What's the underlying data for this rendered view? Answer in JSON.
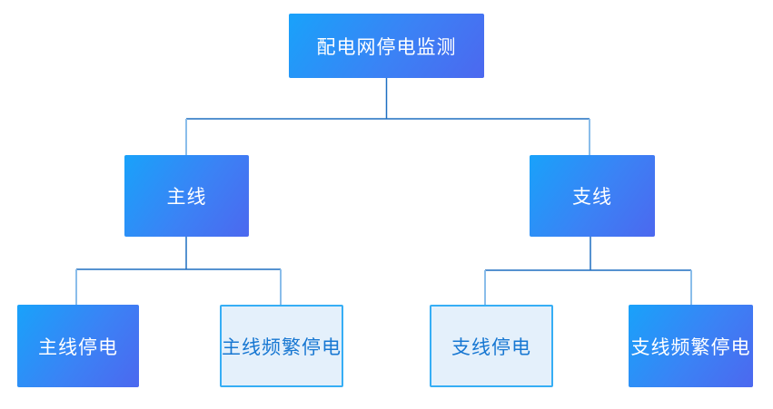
{
  "tree": {
    "label": "配电网停电监测",
    "style": "filled",
    "children": [
      {
        "label": "主线",
        "style": "filled",
        "children": [
          {
            "label": "主线停电",
            "style": "filled"
          },
          {
            "label": "主线频繁停电",
            "style": "outline"
          }
        ]
      },
      {
        "label": "支线",
        "style": "filled",
        "children": [
          {
            "label": "支线停电",
            "style": "outline"
          },
          {
            "label": "支线频繁停电",
            "style": "filled"
          }
        ]
      }
    ]
  },
  "colors": {
    "node_gradient_start": "#19a2fa",
    "node_gradient_end": "#4c68ef",
    "outline_background": "#e4f0fb",
    "outline_border": "#36aef5",
    "outline_text": "#1777d2",
    "filled_text": "#ffffff",
    "connector_dark": "#1e6ec1",
    "connector_light": "#8abdea",
    "page_background": "#ffffff"
  }
}
